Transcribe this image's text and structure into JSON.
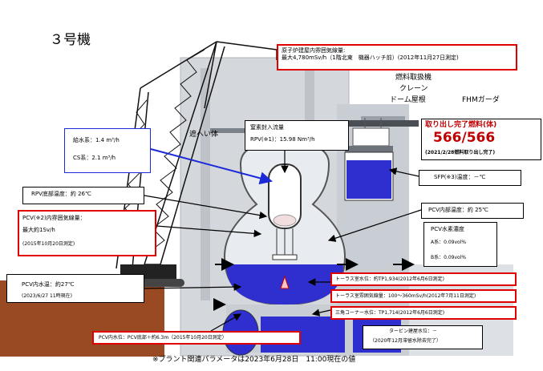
{
  "unit_title": "３号機",
  "colors": {
    "water": "#2f2fd0",
    "building": "#c9cdd4",
    "ground": "#9a4a22",
    "accent_red": "#e00000",
    "arrow_blue": "#1a2ad8"
  },
  "labels": {
    "dose_rx_title": "原子炉建屋内雰囲気線量:",
    "dose_rx_value": "最大4,780mSv/h（1階北東　機器ハッチ前）(2012年11月27日測定)",
    "fuel_machine": "燃料取扱機",
    "crane": "クレーン",
    "dome_roof": "ドーム屋根",
    "fhm_girder": "FHMガーダ",
    "shield": "遮へい体",
    "feedwater": "給水系：1.4 m³/h",
    "cs": "CS系：2.1 m³/h",
    "n2_title": "窒素封入流量",
    "n2_value": "RPV(※1)：15.98 Nm³/h",
    "fuel_removed_title": "取り出し完了燃料(体)",
    "fuel_removed_value": "566/566",
    "fuel_removed_note": "(2021/2/28燃料取り出し完了)",
    "sfp_temp": "SFP(※3)温度：－℃",
    "rpv_bottom_temp": "RPV底部温度：約 26℃",
    "pcv_dose_title": "PCV(※2)内雰囲気線量：",
    "pcv_dose_value": "最大約1Sv/h",
    "pcv_dose_date": "(2015年10月20日測定)",
    "pcv_internal_temp": "PCV内部温度：約 25℃",
    "pcv_h2_title": "PCV水素濃度",
    "pcv_h2_a": "A系：0.09vol%",
    "pcv_h2_b": "B系：0.09vol%",
    "pcv_water_temp": "PCV内水温：約27℃",
    "pcv_water_temp_date": "(2023/6/27 11時現在)",
    "torus_room_level": "トーラス室水位：約TP1,934(2012年6月6日測定)",
    "torus_room_dose": "トーラス室雰囲気線量：100～360mSv/h(2012年7月11日測定)",
    "triangle_corner": "三角コーナー水位：TP1,714(2012年6月6日測定)",
    "pcv_water_level": "PCV内水位：PCV底部＋約6.3m（2015年10月20日測定）",
    "turbine_level": "タービン建屋水位：－",
    "turbine_level_note": "（2020年12月滞留水除去完了）",
    "footnote": "※プラント関連パラメータは2023年6月28日　11:00現在の値"
  }
}
